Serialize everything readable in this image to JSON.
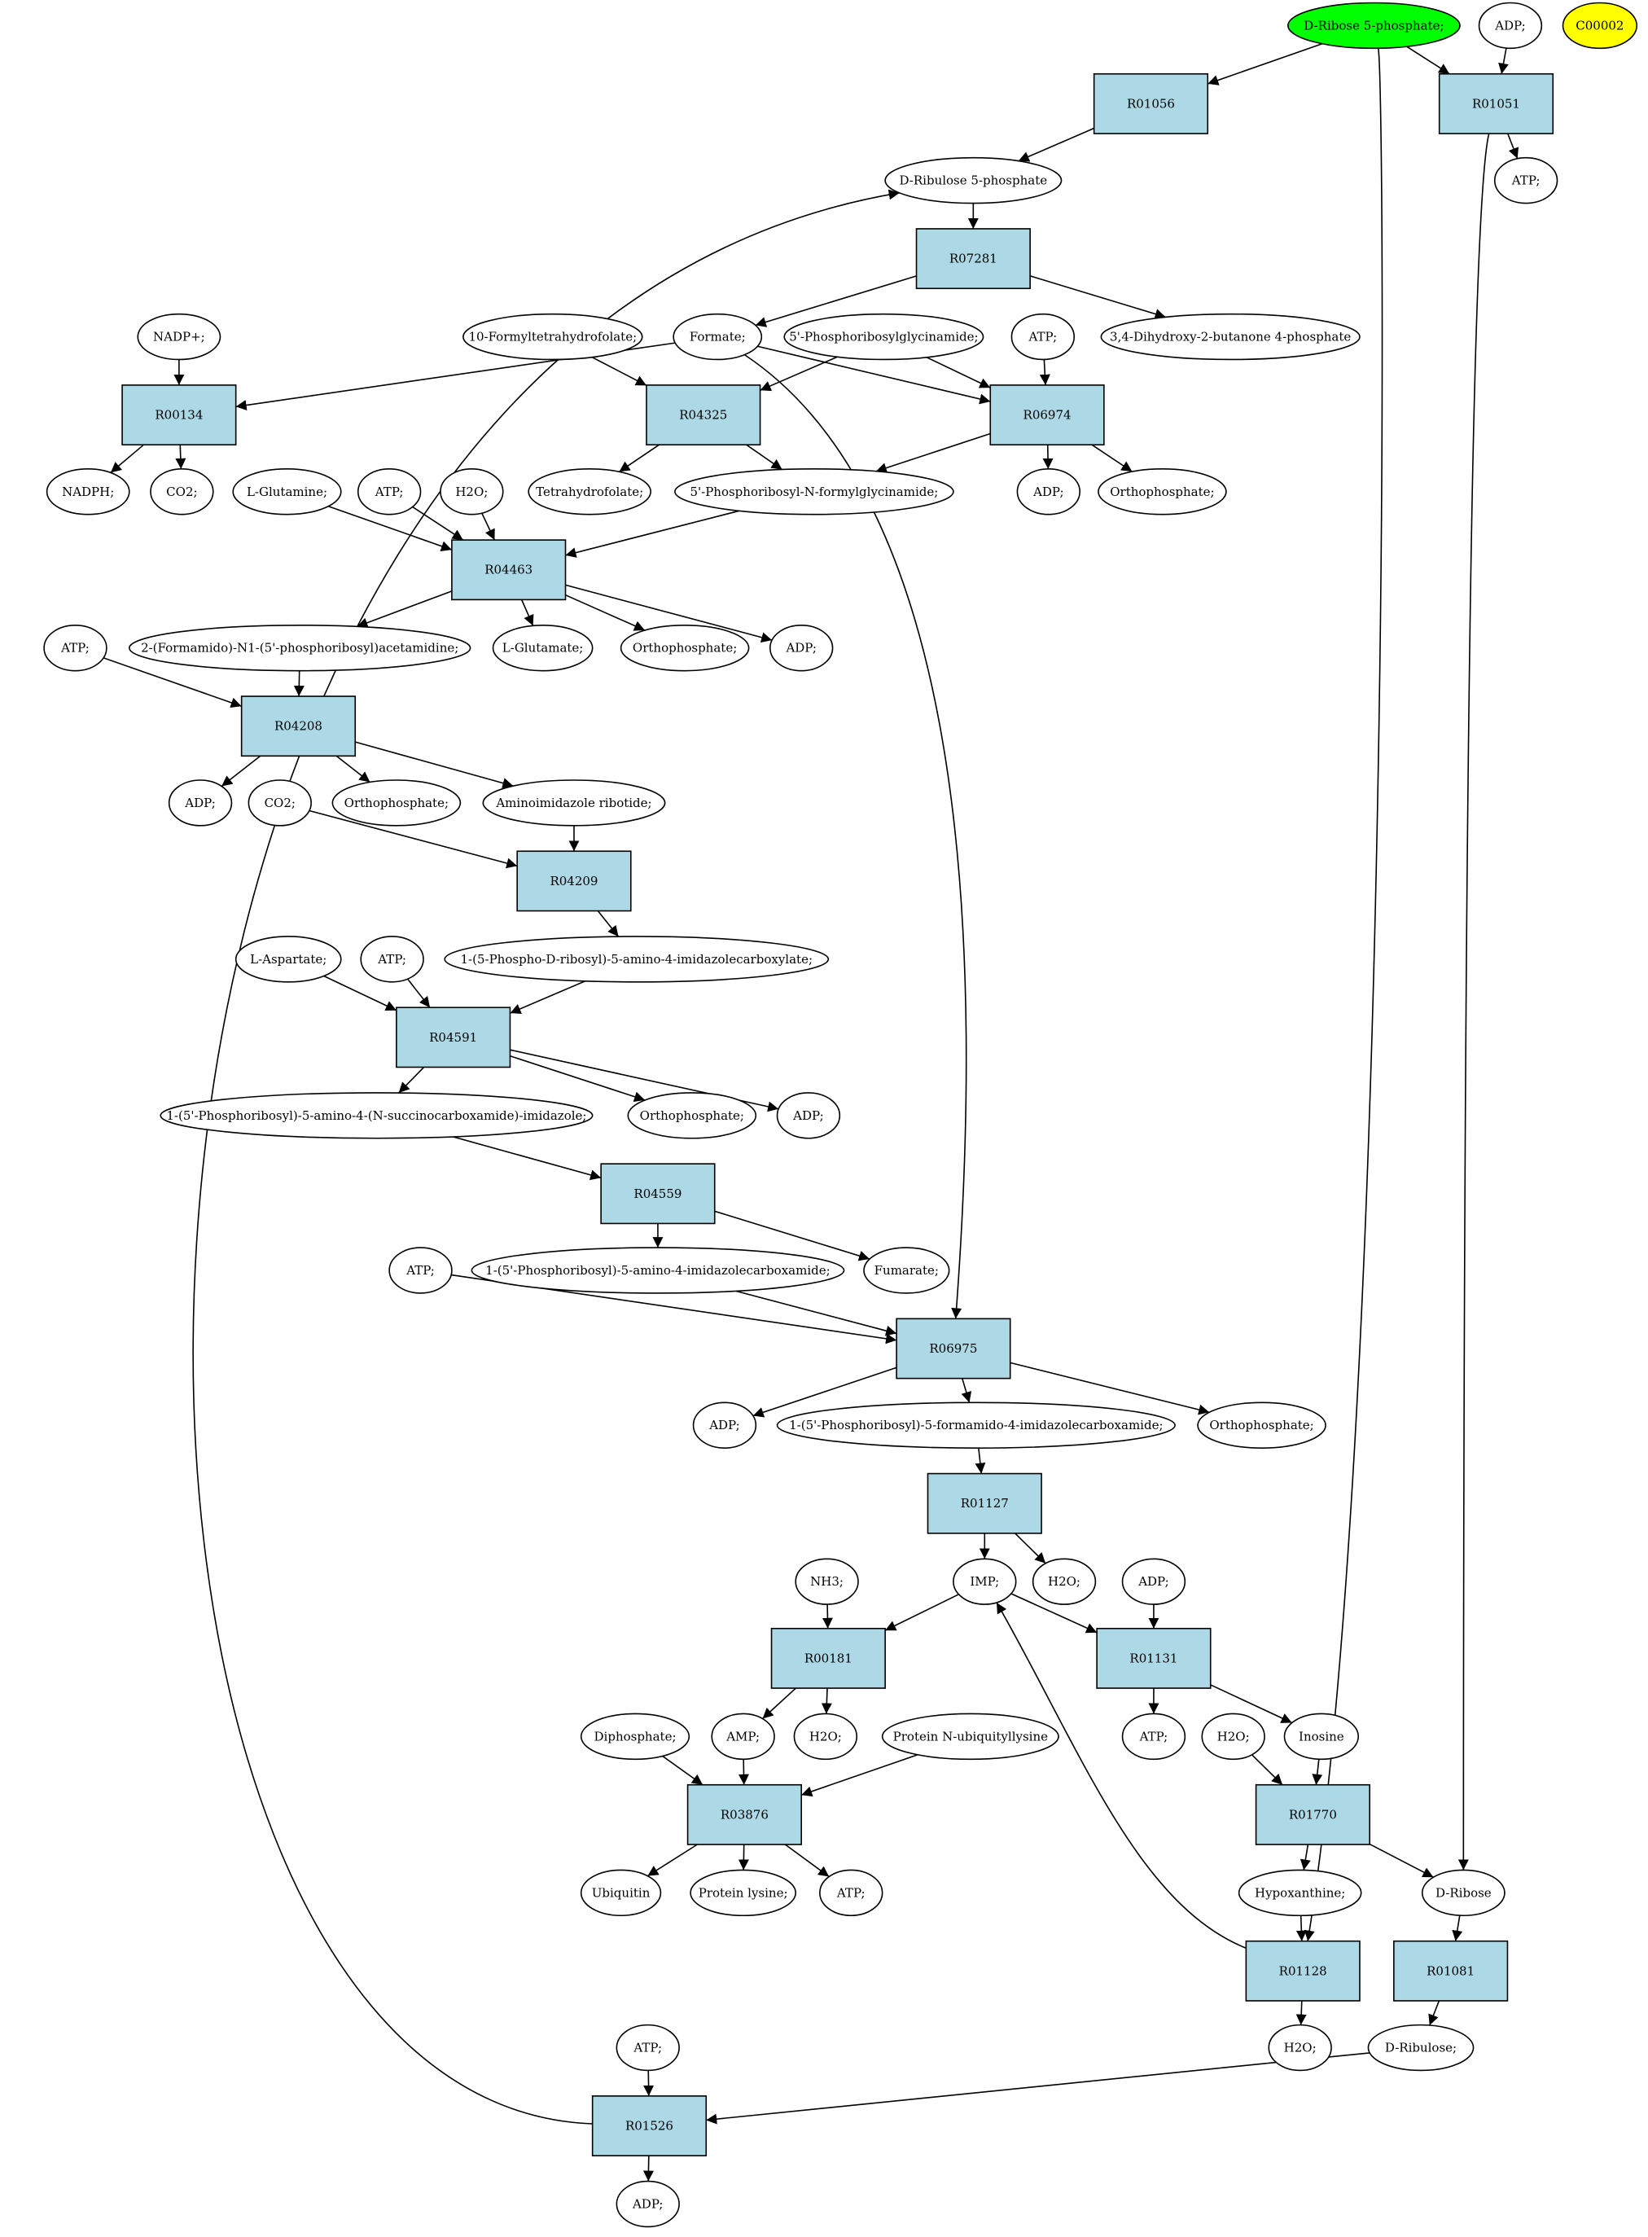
{
  "colors": {
    "reaction_fill": "#add8e6",
    "source_fill": "#00ff00",
    "highlight_fill": "#ffff00",
    "compound_fill": "#ffffff",
    "stroke": "#000000"
  },
  "nodes": {
    "ribose5p": {
      "label": "D-Ribose 5-phosphate;",
      "kind": "source"
    },
    "adp_top": {
      "label": "ADP;"
    },
    "c00002": {
      "label": "C00002",
      "kind": "highlight"
    },
    "r01056": {
      "label": "R01056",
      "kind": "reaction"
    },
    "r01051": {
      "label": "R01051",
      "kind": "reaction"
    },
    "ribulose5p": {
      "label": "D-Ribulose 5-phosphate"
    },
    "atp_r01051": {
      "label": "ATP;"
    },
    "r07281": {
      "label": "R07281",
      "kind": "reaction"
    },
    "nadp": {
      "label": "NADP+;"
    },
    "formylthf": {
      "label": "10-Formyltetrahydrofolate;"
    },
    "formate": {
      "label": "Formate;"
    },
    "prgly": {
      "label": "5'-Phosphoribosylglycinamide;"
    },
    "atp_r06974": {
      "label": "ATP;"
    },
    "dhbp": {
      "label": "3,4-Dihydroxy-2-butanone 4-phosphate"
    },
    "r00134": {
      "label": "R00134",
      "kind": "reaction"
    },
    "r04325": {
      "label": "R04325",
      "kind": "reaction"
    },
    "r06974": {
      "label": "R06974",
      "kind": "reaction"
    },
    "nadph": {
      "label": "NADPH;"
    },
    "co2_a": {
      "label": "CO2;"
    },
    "thf": {
      "label": "Tetrahydrofolate;"
    },
    "fgar": {
      "label": "5'-Phosphoribosyl-N-formylglycinamide;"
    },
    "adp_r06974": {
      "label": "ADP;"
    },
    "pi_r06974": {
      "label": "Orthophosphate;"
    },
    "gln": {
      "label": "L-Glutamine;"
    },
    "atp_r04463": {
      "label": "ATP;"
    },
    "h2o_r04463": {
      "label": "H2O;"
    },
    "r04463": {
      "label": "R04463",
      "kind": "reaction"
    },
    "atp_r04208": {
      "label": "ATP;"
    },
    "fgam": {
      "label": "2-(Formamido)-N1-(5'-phosphoribosyl)acetamidine;"
    },
    "glu": {
      "label": "L-Glutamate;"
    },
    "pi_r04463": {
      "label": "Orthophosphate;"
    },
    "adp_r04463": {
      "label": "ADP;"
    },
    "r04208": {
      "label": "R04208",
      "kind": "reaction"
    },
    "adp_r04208": {
      "label": "ADP;"
    },
    "co2_b": {
      "label": "CO2;"
    },
    "pi_r04208": {
      "label": "Orthophosphate;"
    },
    "air": {
      "label": "Aminoimidazole ribotide;"
    },
    "r04209": {
      "label": "R04209",
      "kind": "reaction"
    },
    "asp": {
      "label": "L-Aspartate;"
    },
    "atp_r04591": {
      "label": "ATP;"
    },
    "cair": {
      "label": "1-(5-Phospho-D-ribosyl)-5-amino-4-imidazolecarboxylate;"
    },
    "r04591": {
      "label": "R04591",
      "kind": "reaction"
    },
    "saicar": {
      "label": "1-(5'-Phosphoribosyl)-5-amino-4-(N-succinocarboxamide)-imidazole;"
    },
    "pi_r04591": {
      "label": "Orthophosphate;"
    },
    "adp_r04591": {
      "label": "ADP;"
    },
    "r04559": {
      "label": "R04559",
      "kind": "reaction"
    },
    "atp_r06975": {
      "label": "ATP;"
    },
    "aicar": {
      "label": "1-(5'-Phosphoribosyl)-5-amino-4-imidazolecarboxamide;"
    },
    "fumarate": {
      "label": "Fumarate;"
    },
    "r06975": {
      "label": "R06975",
      "kind": "reaction"
    },
    "adp_r06975": {
      "label": "ADP;"
    },
    "faicar": {
      "label": "1-(5'-Phosphoribosyl)-5-formamido-4-imidazolecarboxamide;"
    },
    "pi_r06975": {
      "label": "Orthophosphate;"
    },
    "r01127": {
      "label": "R01127",
      "kind": "reaction"
    },
    "nh3": {
      "label": "NH3;"
    },
    "imp": {
      "label": "IMP;"
    },
    "h2o_r01127": {
      "label": "H2O;"
    },
    "adp_r01131": {
      "label": "ADP;"
    },
    "r00181": {
      "label": "R00181",
      "kind": "reaction"
    },
    "r01131": {
      "label": "R01131",
      "kind": "reaction"
    },
    "diphosphate": {
      "label": "Diphosphate;"
    },
    "amp": {
      "label": "AMP;"
    },
    "h2o_r00181": {
      "label": "H2O;"
    },
    "ubilys": {
      "label": "Protein N-ubiquityllysine"
    },
    "atp_r01131": {
      "label": "ATP;"
    },
    "h2o_r01770": {
      "label": "H2O;"
    },
    "inosine": {
      "label": "Inosine"
    },
    "r03876": {
      "label": "R03876",
      "kind": "reaction"
    },
    "r01770": {
      "label": "R01770",
      "kind": "reaction"
    },
    "ubiquitin": {
      "label": "Ubiquitin"
    },
    "protlys": {
      "label": "Protein lysine;"
    },
    "atp_r03876": {
      "label": "ATP;"
    },
    "hypoxanthine": {
      "label": "Hypoxanthine;"
    },
    "dribose": {
      "label": "D-Ribose"
    },
    "r01128": {
      "label": "R01128",
      "kind": "reaction"
    },
    "r01081": {
      "label": "R01081",
      "kind": "reaction"
    },
    "atp_r01526": {
      "label": "ATP;"
    },
    "h2o_r01128": {
      "label": "H2O;"
    },
    "dribulose": {
      "label": "D-Ribulose;"
    },
    "r01526": {
      "label": "R01526",
      "kind": "reaction"
    },
    "adp_r01526": {
      "label": "ADP;"
    }
  },
  "edges": [
    [
      "ribose5p",
      "r01056"
    ],
    [
      "ribose5p",
      "r01051"
    ],
    [
      "adp_top",
      "r01051"
    ],
    [
      "ribose5p",
      "r01128"
    ],
    [
      "r01056",
      "ribulose5p"
    ],
    [
      "r01051",
      "atp_r01051"
    ],
    [
      "r01051",
      "dribose"
    ],
    [
      "ribulose5p",
      "r07281"
    ],
    [
      "r07281",
      "formate"
    ],
    [
      "r07281",
      "dhbp"
    ],
    [
      "nadp",
      "r00134"
    ],
    [
      "formate",
      "r00134"
    ],
    [
      "r00134",
      "nadph"
    ],
    [
      "r00134",
      "co2_a"
    ],
    [
      "formylthf",
      "r04325"
    ],
    [
      "prgly",
      "r04325"
    ],
    [
      "r04325",
      "thf"
    ],
    [
      "r04325",
      "fgar"
    ],
    [
      "formate",
      "r06974"
    ],
    [
      "prgly",
      "r06974"
    ],
    [
      "atp_r06974",
      "r06974"
    ],
    [
      "r06974",
      "fgar"
    ],
    [
      "r06974",
      "adp_r06974"
    ],
    [
      "r06974",
      "pi_r06974"
    ],
    [
      "formate",
      "r06975"
    ],
    [
      "gln",
      "r04463"
    ],
    [
      "atp_r04463",
      "r04463"
    ],
    [
      "h2o_r04463",
      "r04463"
    ],
    [
      "fgar",
      "r04463"
    ],
    [
      "r04463",
      "fgam"
    ],
    [
      "r04463",
      "glu"
    ],
    [
      "r04463",
      "pi_r04463"
    ],
    [
      "r04463",
      "adp_r04463"
    ],
    [
      "atp_r04208",
      "r04208"
    ],
    [
      "fgam",
      "r04208"
    ],
    [
      "r04208",
      "adp_r04208"
    ],
    [
      "r04208",
      "pi_r04208"
    ],
    [
      "r04208",
      "air"
    ],
    [
      "co2_b",
      "r04209"
    ],
    [
      "air",
      "r04209"
    ],
    [
      "r04209",
      "cair"
    ],
    [
      "asp",
      "r04591"
    ],
    [
      "atp_r04591",
      "r04591"
    ],
    [
      "cair",
      "r04591"
    ],
    [
      "r04591",
      "saicar"
    ],
    [
      "r04591",
      "pi_r04591"
    ],
    [
      "r04591",
      "adp_r04591"
    ],
    [
      "saicar",
      "r04559"
    ],
    [
      "r04559",
      "aicar"
    ],
    [
      "r04559",
      "fumarate"
    ],
    [
      "atp_r06975",
      "r06975"
    ],
    [
      "aicar",
      "r06975"
    ],
    [
      "r06975",
      "adp_r06975"
    ],
    [
      "r06975",
      "faicar"
    ],
    [
      "r06975",
      "pi_r06975"
    ],
    [
      "faicar",
      "r01127"
    ],
    [
      "r01127",
      "imp"
    ],
    [
      "r01127",
      "h2o_r01127"
    ],
    [
      "nh3",
      "r00181"
    ],
    [
      "imp",
      "r00181"
    ],
    [
      "r00181",
      "amp"
    ],
    [
      "r00181",
      "h2o_r00181"
    ],
    [
      "imp",
      "r01131"
    ],
    [
      "adp_r01131",
      "r01131"
    ],
    [
      "r01131",
      "atp_r01131"
    ],
    [
      "r01131",
      "inosine"
    ],
    [
      "diphosphate",
      "r03876"
    ],
    [
      "amp",
      "r03876"
    ],
    [
      "ubilys",
      "r03876"
    ],
    [
      "r03876",
      "ubiquitin"
    ],
    [
      "r03876",
      "protlys"
    ],
    [
      "r03876",
      "atp_r03876"
    ],
    [
      "h2o_r01770",
      "r01770"
    ],
    [
      "inosine",
      "r01770"
    ],
    [
      "r01770",
      "hypoxanthine"
    ],
    [
      "r01770",
      "dribose"
    ],
    [
      "hypoxanthine",
      "r01128"
    ],
    [
      "r01128",
      "h2o_r01128"
    ],
    [
      "r01128",
      "imp"
    ],
    [
      "dribose",
      "r01081"
    ],
    [
      "r01081",
      "dribulose"
    ],
    [
      "dribulose",
      "r01526"
    ],
    [
      "atp_r01526",
      "r01526"
    ],
    [
      "r01526",
      "adp_r01526"
    ],
    [
      "r01526",
      "ribulose5p"
    ]
  ]
}
